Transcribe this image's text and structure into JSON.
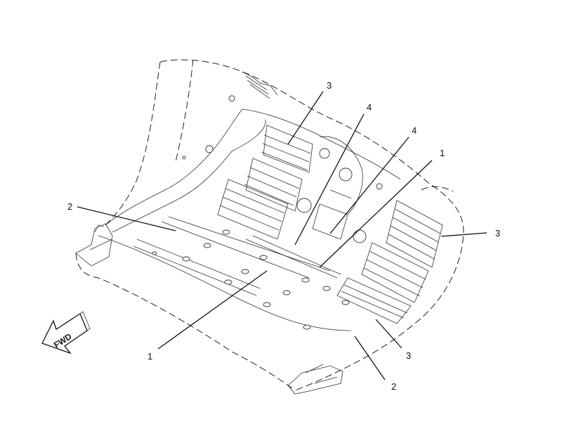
{
  "callouts": {
    "c1": "3",
    "c2": "4",
    "c3": "4",
    "c4": "1",
    "c5": "2",
    "c6": "3",
    "c7": "1",
    "c8": "3",
    "c9": "2"
  },
  "direction_arrow": {
    "text": "FWD"
  }
}
